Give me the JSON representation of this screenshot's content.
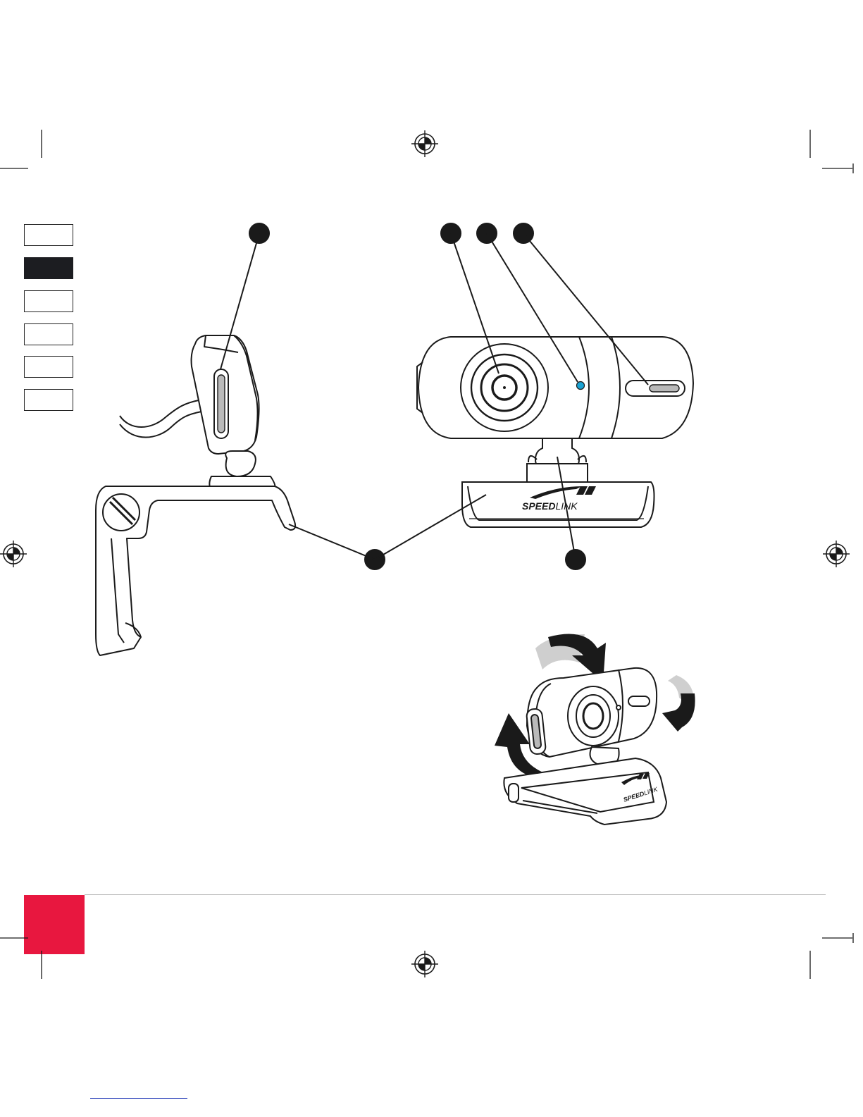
{
  "brand": {
    "name_bold": "SPEED",
    "name_light": "LINK"
  },
  "language_tabs": {
    "count": 6,
    "active_index": 1
  },
  "colors": {
    "accent_red": "#e8173f",
    "tab_active": "#1c1d21",
    "led_blue": "#1aa3d4",
    "line": "#1a1a1a",
    "shade_gray": "#b9b9b9",
    "arrow": "#1a1a1a"
  },
  "icons": [
    "registration-mark-icon",
    "rotation-arrow-icon"
  ]
}
